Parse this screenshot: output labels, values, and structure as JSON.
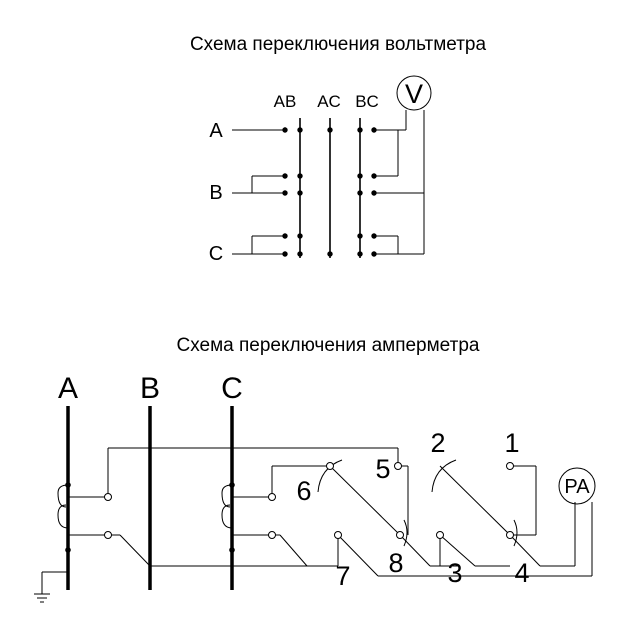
{
  "voltmeter_scheme": {
    "title": "Схема переключения вольтметра",
    "switch_labels": [
      "AB",
      "AC",
      "BC"
    ],
    "phase_inputs": [
      "A",
      "B",
      "C"
    ],
    "meter_label": "V"
  },
  "ammeter_scheme": {
    "title": "Схема переключения амперметра",
    "phase_buses": [
      "A",
      "B",
      "C"
    ],
    "contact_numbers": [
      "1",
      "2",
      "3",
      "4",
      "5",
      "6",
      "7",
      "8"
    ],
    "meter_label": "PA"
  }
}
